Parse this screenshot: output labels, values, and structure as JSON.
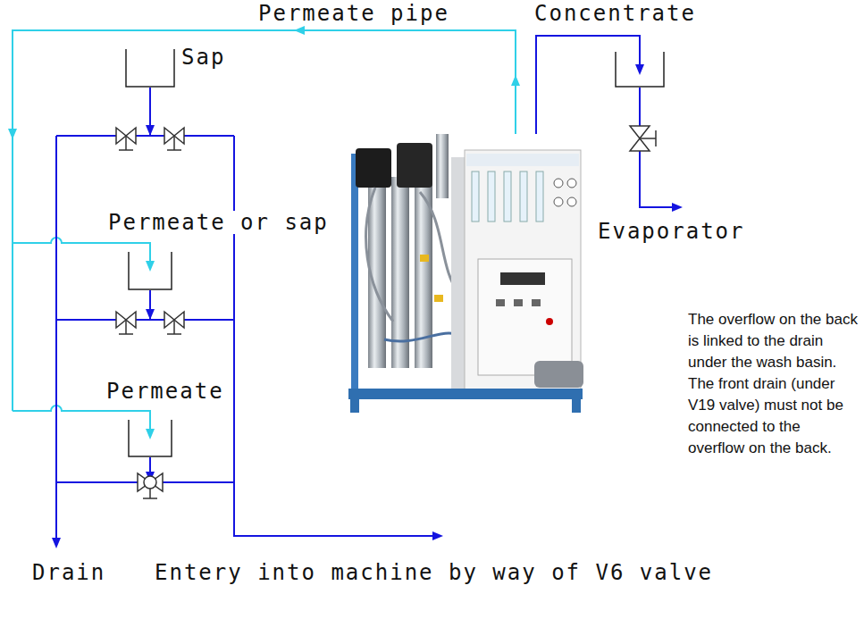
{
  "diagram": {
    "nodes": [
      {
        "text": [
          "Sap"
        ]
      },
      {
        "text": [
          "Permeate or sap"
        ]
      },
      {
        "text": [
          "Permeate"
        ]
      },
      {
        "text": [
          "Concentrate"
        ]
      }
    ],
    "labels": [
      "Permeate pipe",
      "Evaporator",
      "Drain",
      "Entery into machine by way of V6 valve",
      "The overflow on the back is linked to the drain under the wash basin. The front drain (under V19 valve) must not be connected to the overflow on the back."
    ]
  }
}
